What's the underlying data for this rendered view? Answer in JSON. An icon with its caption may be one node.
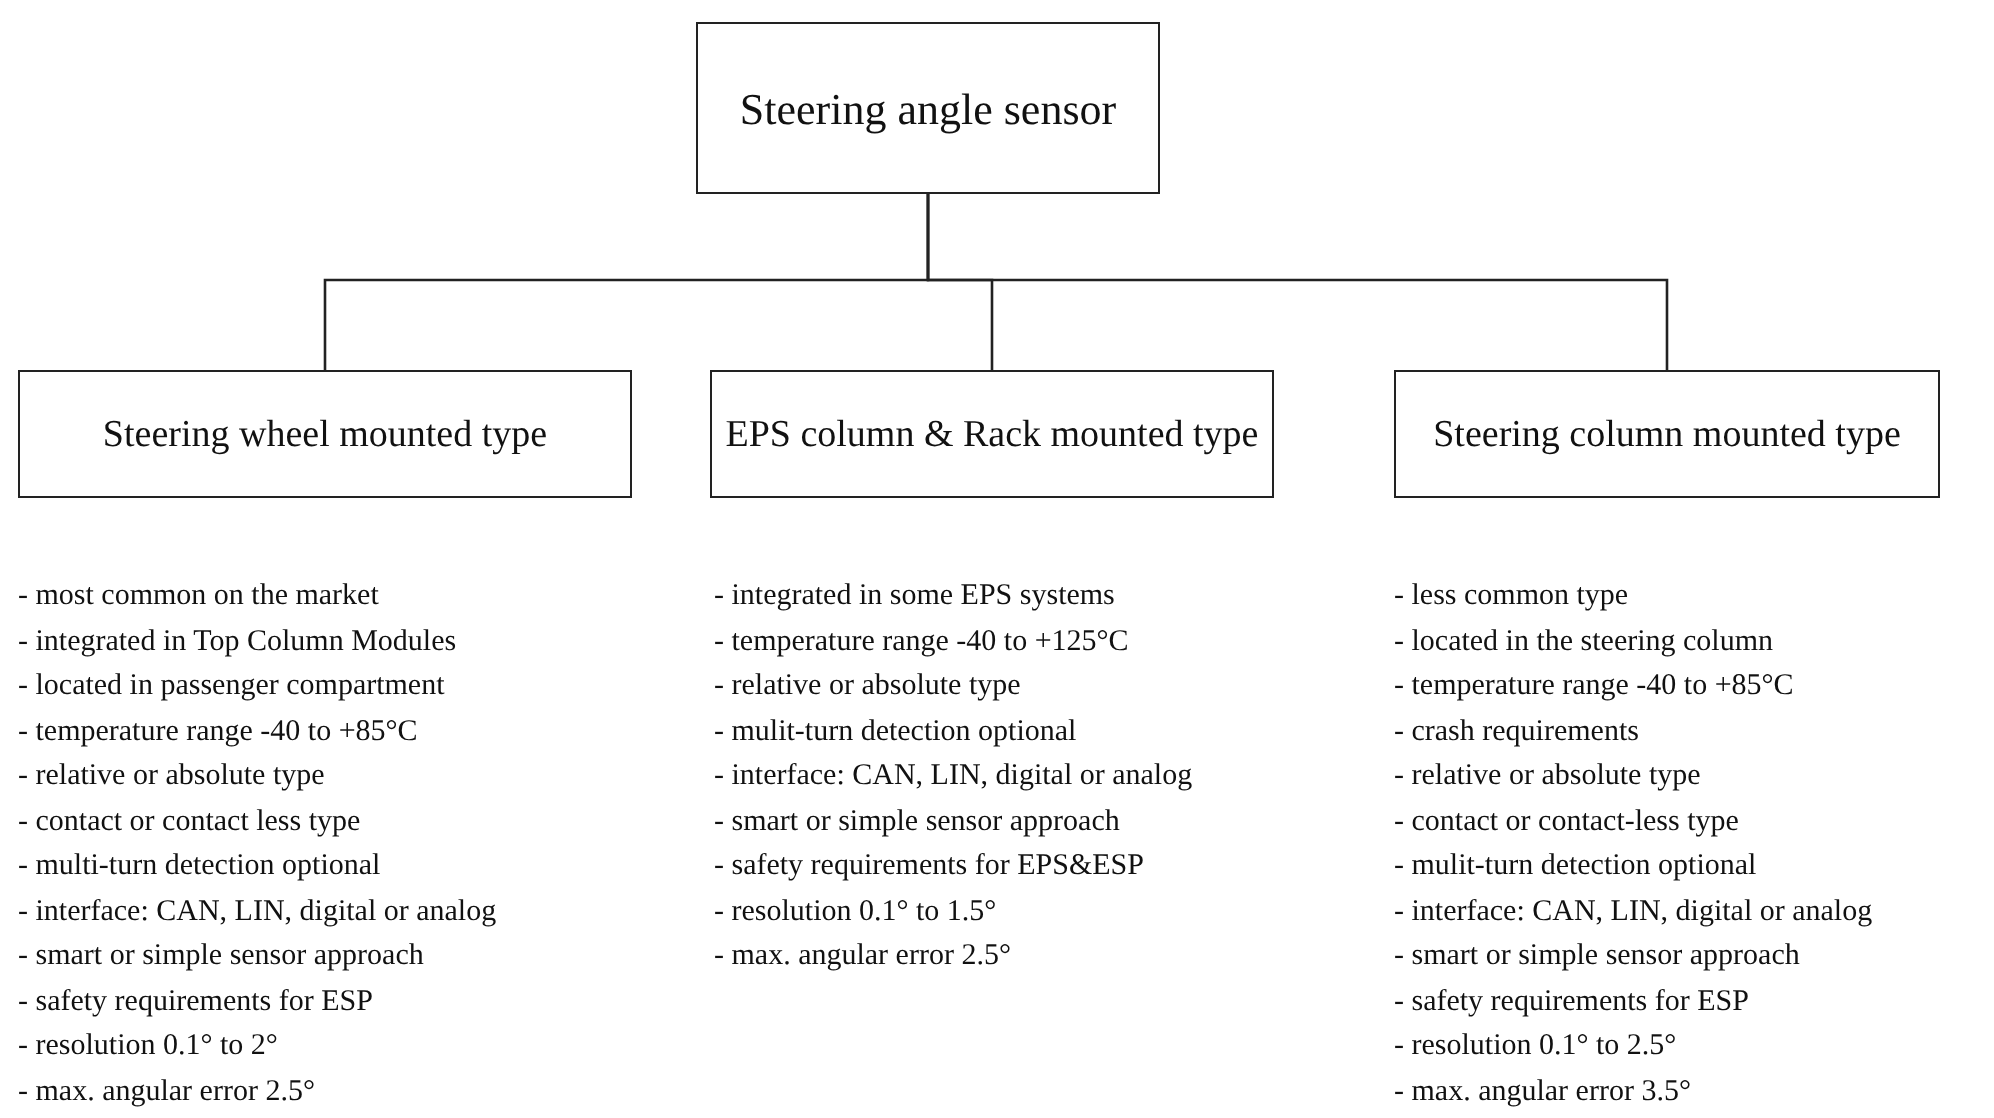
{
  "diagram": {
    "nodes": [
      {
        "text": [
          "Steering angle sensor"
        ]
      },
      {
        "text": [
          "Steering wheel mounted type"
        ],
        "beside": [
          "- most common on the market",
          "- integrated in Top Column Modules",
          "- located in passenger compartment",
          "- temperature range -40 to +85°C",
          "- relative  or absolute type",
          "- contact or contact less type",
          "- multi-turn detection optional",
          "- interface: CAN, LIN, digital or analog",
          "- smart or simple sensor approach",
          "- safety requirements for ESP",
          "- resolution 0.1° to 2°",
          "- max. angular error 2.5°"
        ]
      },
      {
        "text": [
          "EPS column & Rack mounted type"
        ],
        "beside": [
          "- integrated in some EPS systems",
          "- temperature range -40 to +125°C",
          "- relative or absolute type",
          "- mulit-turn detection optional",
          "- interface: CAN, LIN, digital or analog",
          "- smart or simple sensor approach",
          "- safety requirements for EPS&ESP",
          "- resolution 0.1° to 1.5°",
          "- max. angular error 2.5°"
        ]
      },
      {
        "text": [
          "Steering column mounted type"
        ],
        "beside": [
          "- less common type",
          "- located in the steering column",
          "- temperature range -40 to +85°C",
          "- crash requirements",
          "- relative or absolute type",
          "- contact or contact-less type",
          "- mulit-turn detection optional",
          "- interface: CAN, LIN, digital or analog",
          "- smart or simple sensor approach",
          "- safety requirements for ESP",
          "- resolution 0.1° to 2.5°",
          "- max. angular error 3.5°"
        ]
      }
    ],
    "edges": [
      {
        "from": 0,
        "to": 1,
        "arrow": "none"
      },
      {
        "from": 0,
        "to": 2,
        "arrow": "none"
      },
      {
        "from": 0,
        "to": 3,
        "arrow": "none"
      }
    ]
  }
}
